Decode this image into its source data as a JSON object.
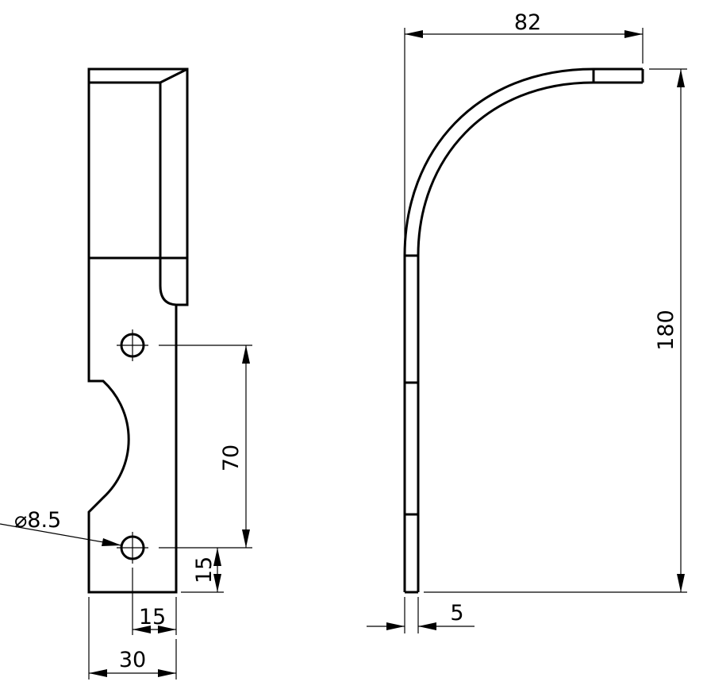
{
  "drawing": {
    "dimensions": {
      "overall_width": "82",
      "overall_height": "180",
      "thickness": "5",
      "hole_spacing": "70",
      "hole_from_bottom": "15",
      "hole_from_edge": "15",
      "part_width": "30",
      "hole_diameter": "8.5",
      "diameter_symbol": "⌀"
    }
  }
}
